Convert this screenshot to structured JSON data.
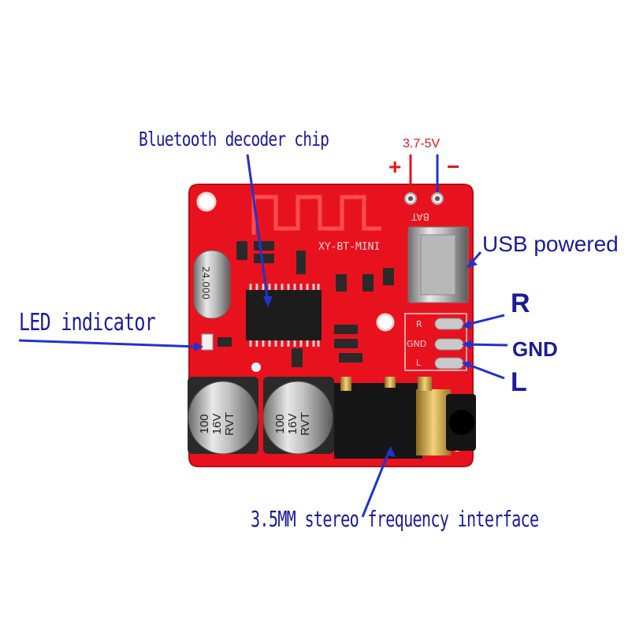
{
  "callouts": {
    "chip": "Bluetooth decoder chip",
    "usb": "USB powered",
    "led": "LED indicator",
    "jack": "3.5MM stereo frequency interface",
    "r": "R",
    "gnd": "GND",
    "l": "L"
  },
  "power": {
    "voltage": "3.7-5V",
    "plus": "+",
    "minus": "−"
  },
  "board": {
    "model": "XY-BT-MINI",
    "bat_marking": "BAT",
    "pad_r": "R",
    "pad_gnd": "GND",
    "pad_l": "L",
    "crystal": "24.000",
    "capacitor_1": [
      "100",
      "16V",
      "RVT"
    ],
    "capacitor_2": [
      "100",
      "16V",
      "RVT"
    ]
  },
  "colors": {
    "pcb": "#e8121e",
    "arrow_blue": "#2233cc",
    "arrow_red": "#e0141b"
  }
}
